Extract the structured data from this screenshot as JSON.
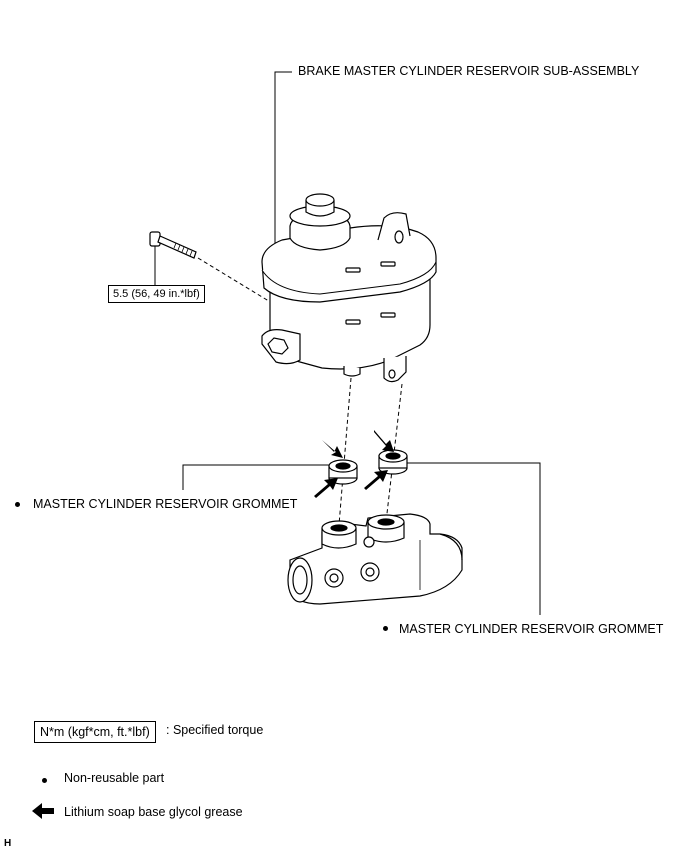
{
  "labels": {
    "reservoir": "BRAKE MASTER CYLINDER RESERVOIR SUB-ASSEMBLY",
    "grommet_left": "MASTER CYLINDER RESERVOIR GROMMET",
    "grommet_right": "MASTER CYLINDER RESERVOIR GROMMET",
    "bolt_torque": "5.5 (56, 49 in.*lbf)"
  },
  "legend": {
    "torque_unit": "N*m (kgf*cm, ft.*lbf)",
    "torque_desc": ": Specified torque",
    "nonreusable_desc": "Non-reusable part",
    "grease_desc": "Lithium soap base glycol grease"
  },
  "corner_mark": "H",
  "icons": {
    "nonreusable": "filled-dot-icon",
    "grease": "left-arrow-icon"
  }
}
